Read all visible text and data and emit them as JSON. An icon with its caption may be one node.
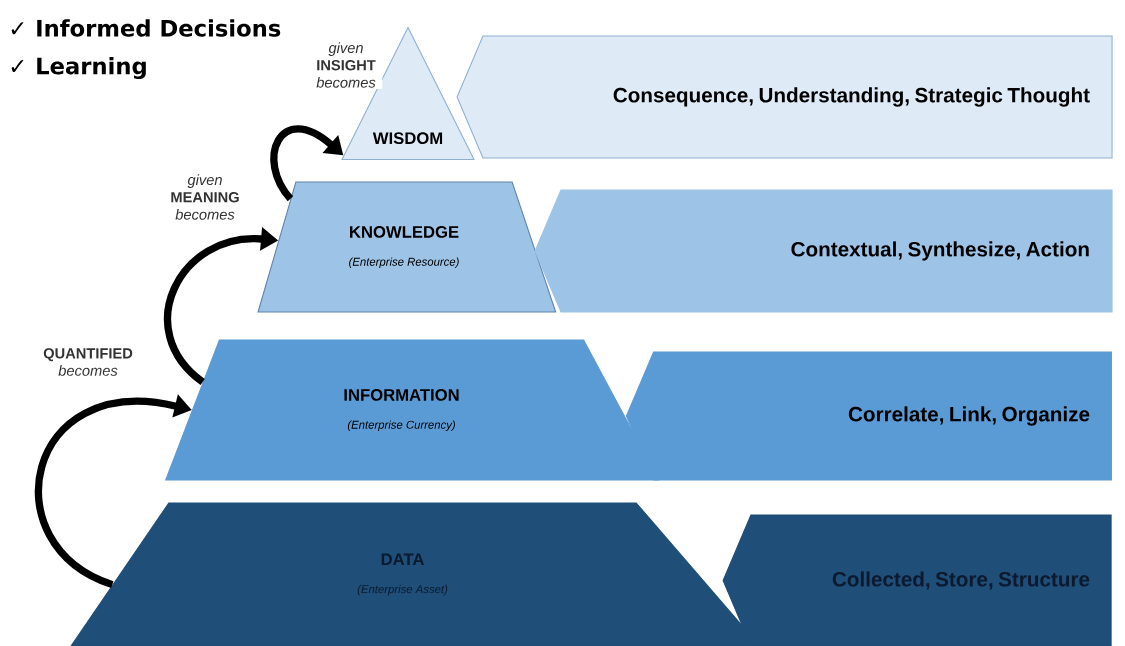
{
  "diagram": {
    "nodes": [
      {
        "text": [
          "WISDOM"
        ]
      },
      {
        "text": [
          "KNOWLEDGE",
          "(Enterprise Resource)"
        ]
      },
      {
        "text": [
          "INFORMATION",
          "(Enterprise Currency)"
        ]
      },
      {
        "text": [
          "DATA",
          "(Enterprise Asset)"
        ]
      },
      {
        "text": [
          "Consequence, Understanding, Strategic Thought"
        ]
      },
      {
        "text": [
          "Contextual, Synthesize, Action"
        ]
      },
      {
        "text": [
          "Correlate, Link, Organize"
        ]
      },
      {
        "text": [
          "Collected, Store, Structure"
        ]
      }
    ],
    "edges": [
      {
        "from": 3,
        "to": 2,
        "arrow": "to",
        "label": "**QUANTIFIED** *becomes*"
      },
      {
        "from": 2,
        "to": 1,
        "arrow": "to",
        "label": "*given* **MEANING** *becomes*"
      },
      {
        "from": 1,
        "to": 0,
        "arrow": "to",
        "label": "*given* **INSIGHT** *becomes*"
      }
    ],
    "labels": [
      "✓ Informed Decisions",
      "✓ Learning"
    ]
  }
}
